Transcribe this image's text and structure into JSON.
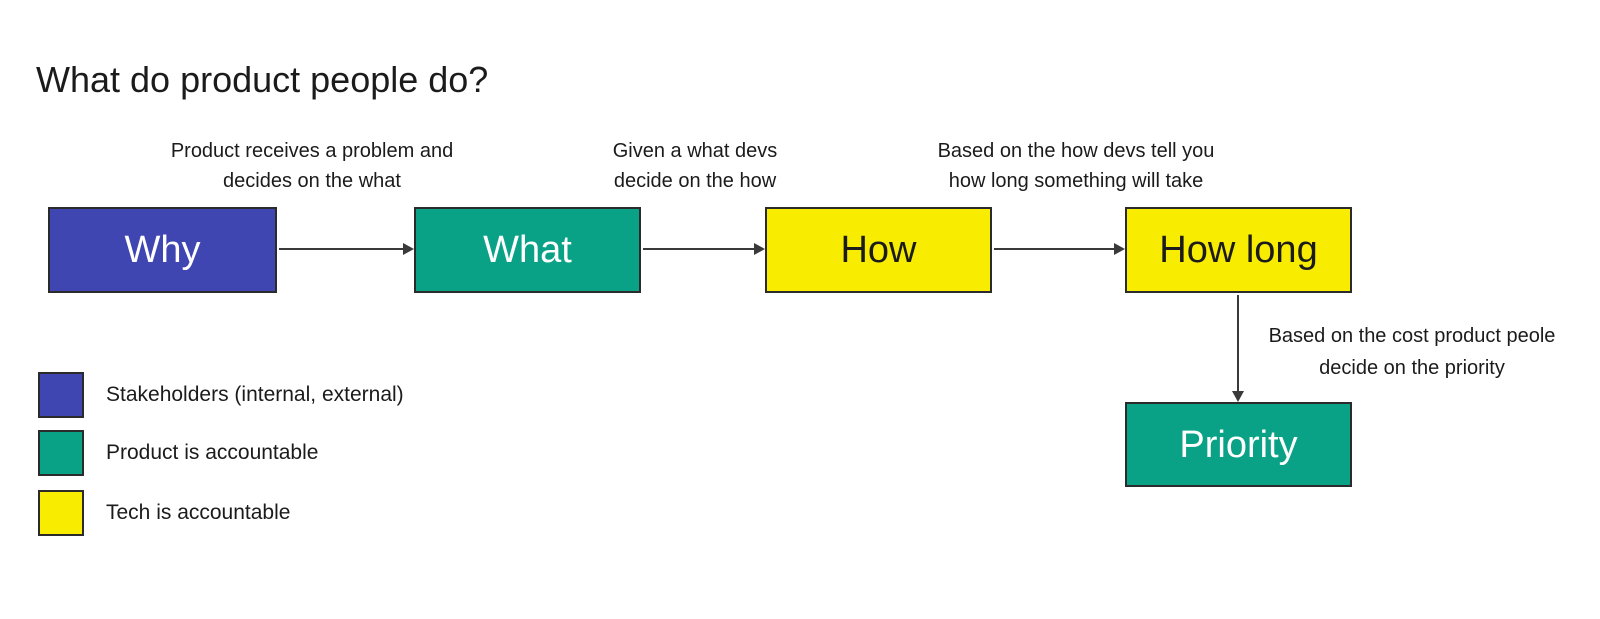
{
  "title": "What do product people do?",
  "colors": {
    "background": "#FFFFFF",
    "stakeholders": "#3F46B1",
    "product": "#0AA287",
    "tech": "#F8ED00",
    "node-border": "#2B2B2B",
    "arrow": "#3A3A3A",
    "ink": "#1B1B1B",
    "node-text-light": "#FFFFFF"
  },
  "flow": {
    "nodes": [
      {
        "id": "why",
        "label": "Why",
        "role": "stakeholders"
      },
      {
        "id": "what",
        "label": "What",
        "role": "product"
      },
      {
        "id": "how",
        "label": "How",
        "role": "tech"
      },
      {
        "id": "how-long",
        "label": "How long",
        "role": "tech"
      },
      {
        "id": "priority",
        "label": "Priority",
        "role": "product"
      }
    ],
    "annotations": [
      {
        "between": "why-and-what",
        "line1": "Product receives a problem and",
        "line2": "decides on the what"
      },
      {
        "between": "what-and-how",
        "line1": "Given a what devs",
        "line2": "decide on the how"
      },
      {
        "between": "how-and-how-long",
        "line1": "Based on the how devs tell you",
        "line2": "how long something will take"
      },
      {
        "between": "how-long-and-priority",
        "line1": "Based on the cost product peole",
        "line2": "decide on the priority"
      }
    ]
  },
  "legend": {
    "items": [
      {
        "swatch": "stakeholders",
        "label": "Stakeholders (internal, external)"
      },
      {
        "swatch": "product",
        "label": "Product is accountable"
      },
      {
        "swatch": "tech",
        "label": "Tech is accountable"
      }
    ]
  }
}
